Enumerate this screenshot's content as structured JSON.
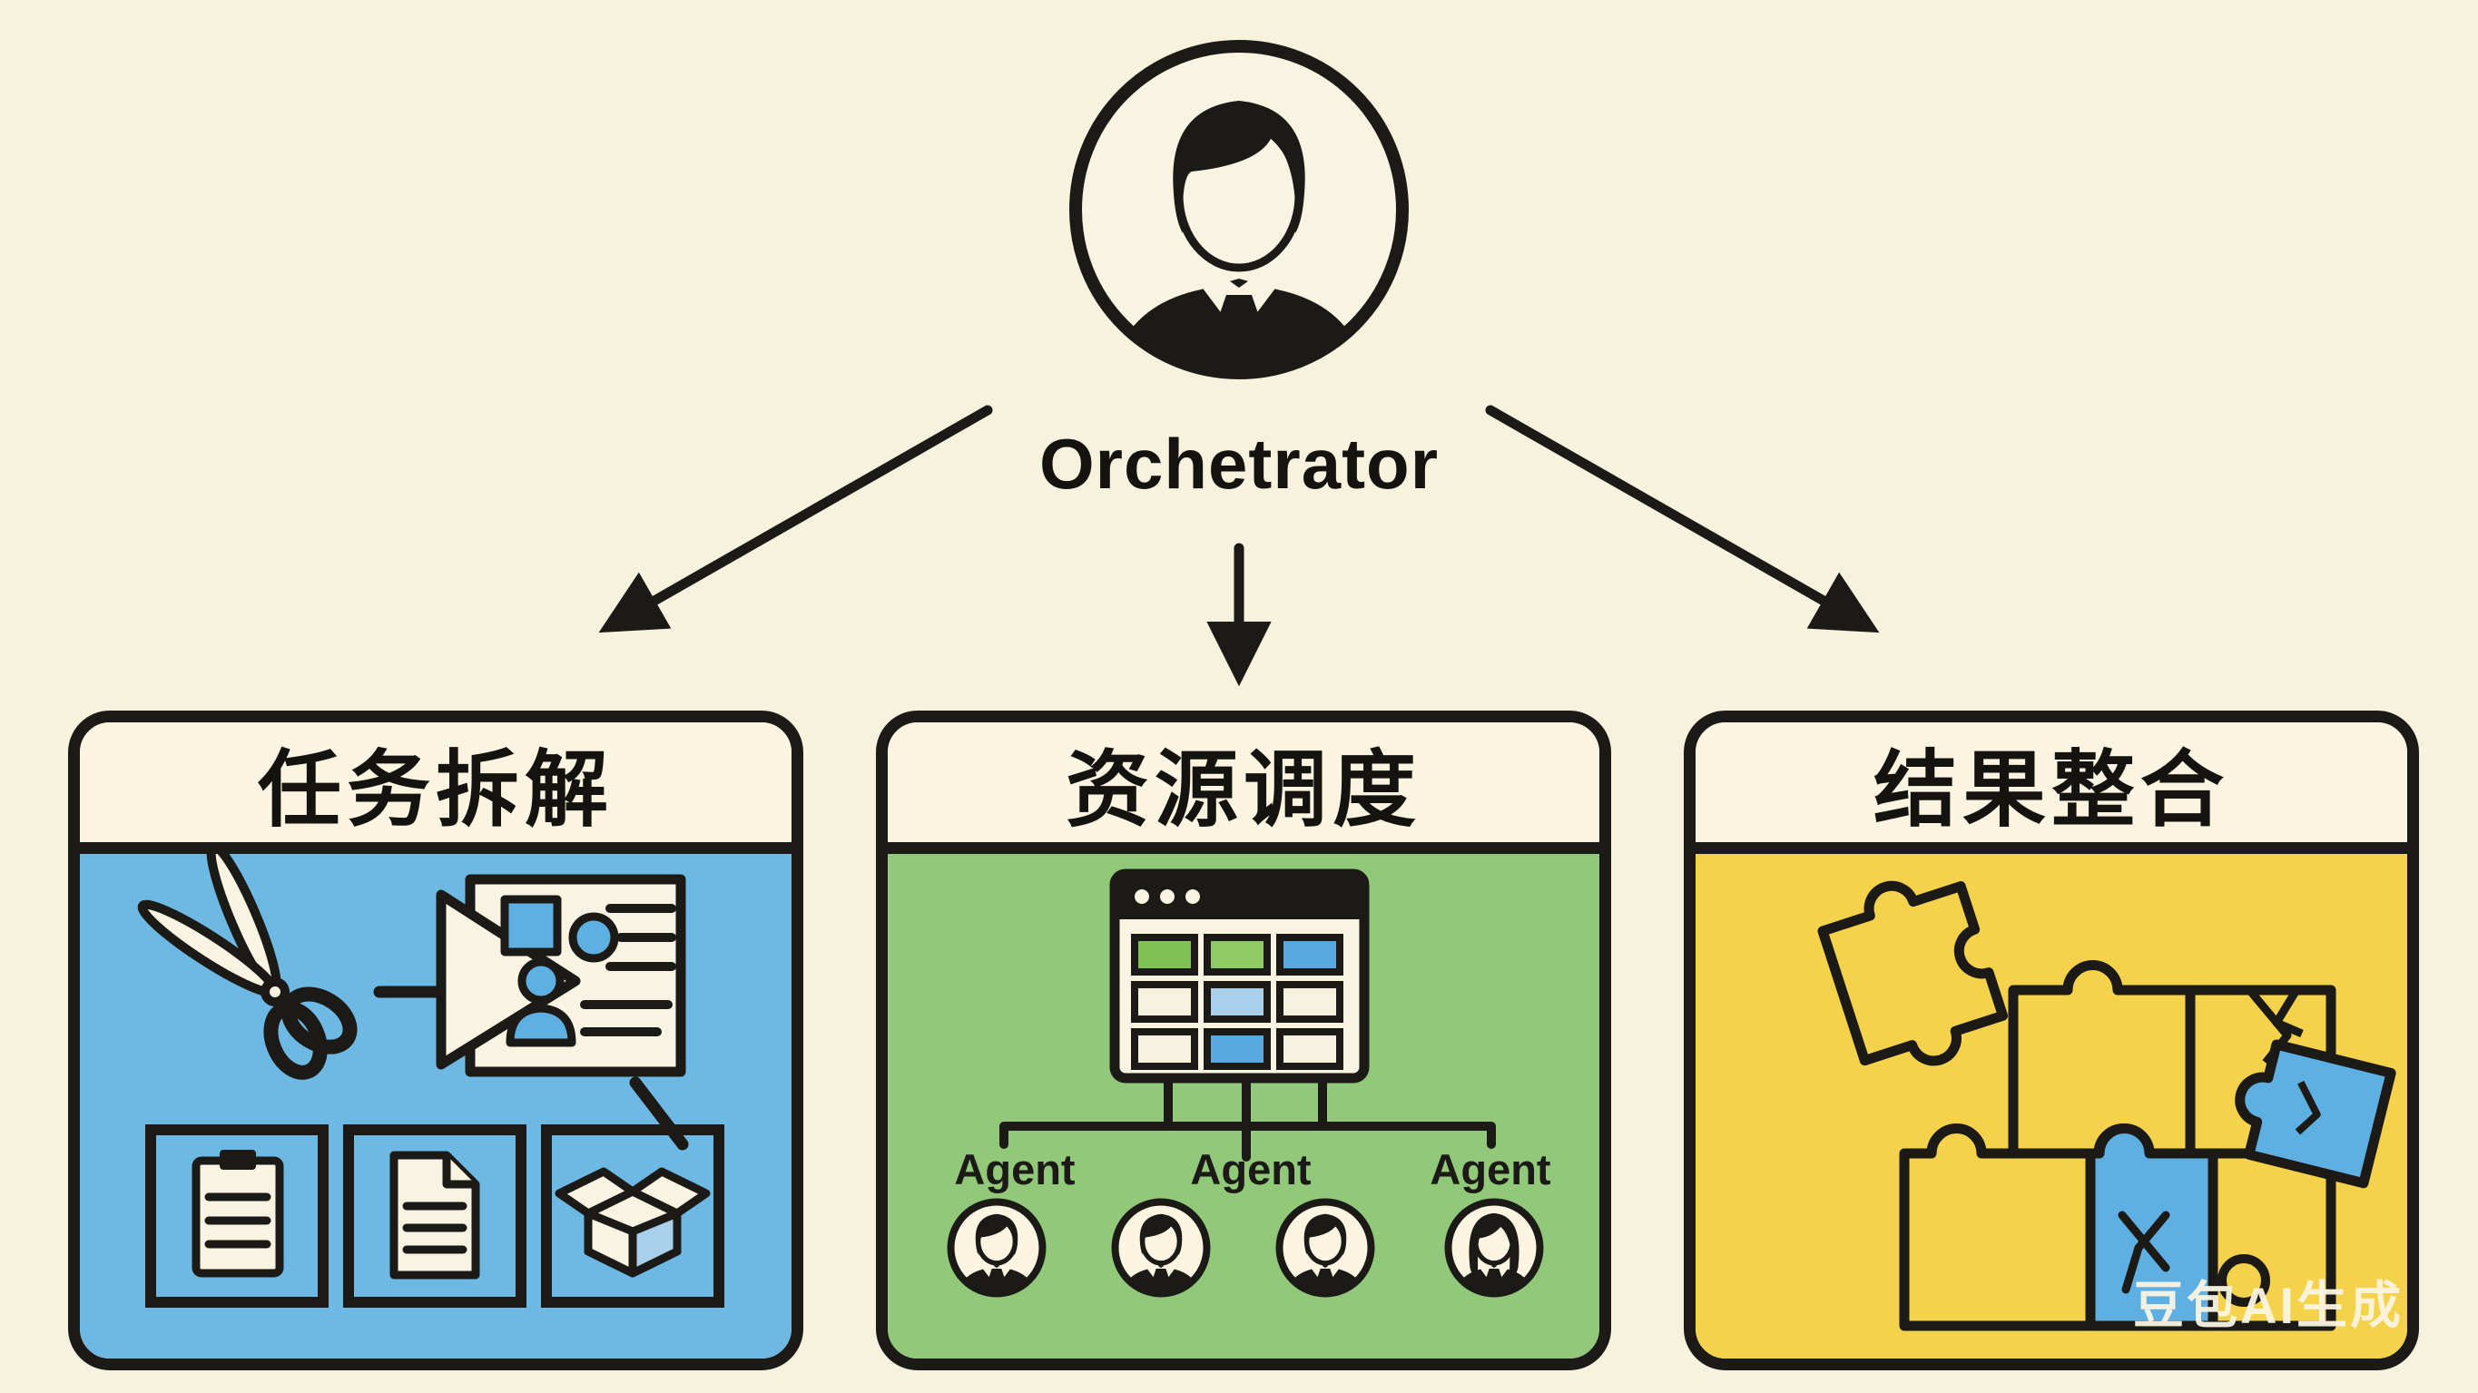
{
  "background_color": "#f7f2de",
  "ink_color": "#1c1a16",
  "orchestrator": {
    "label": "Orchetrator",
    "icon": "businessman-avatar-icon"
  },
  "cards": {
    "task": {
      "title": "任务拆解",
      "body_color": "#6db9e4",
      "icons": [
        "scissors-icon",
        "dash-connector",
        "profile-document-envelope-icon",
        "clipboard-icon",
        "document-icon",
        "open-box-icon"
      ]
    },
    "resource": {
      "title": "资源调度",
      "body_color": "#92c879",
      "icons": [
        "browser-table-icon",
        "male-agent-avatar-icon",
        "male-agent-avatar-icon",
        "male-agent-avatar-icon",
        "female-agent-avatar-icon"
      ],
      "agents": [
        "Agent",
        "Agent",
        "Agent"
      ],
      "table_cell_colors": [
        "#7ec353",
        "#8fca63",
        "#58a9e0",
        "#f7f2df",
        "#a9d0ea",
        "#f7f2df",
        "#f7f2df",
        "#58a9e0",
        "#f7f2df"
      ]
    },
    "result": {
      "title": "结果整合",
      "body_color": "#f5d24b",
      "icons": [
        "puzzle-pieces-icon"
      ],
      "puzzle_piece_colors": {
        "yellow": "#f5d24b",
        "blue": "#5fb0e2"
      }
    }
  },
  "watermark": {
    "label": "豆包AI生成"
  }
}
